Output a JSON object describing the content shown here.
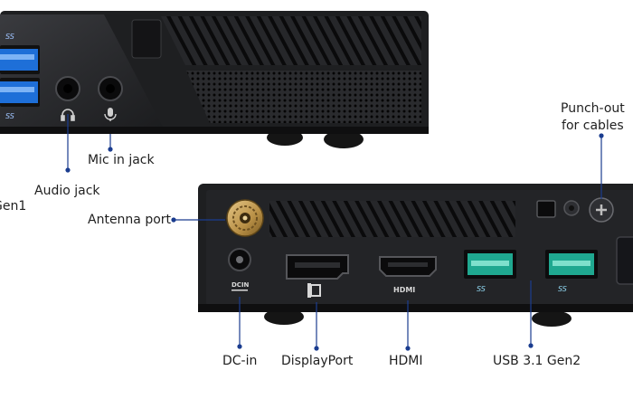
{
  "colors": {
    "background": "#ffffff",
    "device_body": "#1e1f21",
    "brushed_metal": "#2b2c2f",
    "usb3_port_blue": "#1e6fd8",
    "usb31_port_teal": "#1fa890",
    "callout_line": "#1a3c8f",
    "antenna_gold": "#c9a35a"
  },
  "front_panel": {
    "usb_logo_top": "SS",
    "usb_logo_bottom": "SS"
  },
  "rear_panel": {
    "dcin_marking": "DCIN",
    "hdmi_marking": "HDMI",
    "usb_logo_1": "SS",
    "usb_logo_2": "SS"
  },
  "labels": {
    "punch_out": "Punch-out\nfor cables",
    "mic_in": "Mic in jack",
    "audio_jack": "Audio jack",
    "usb_gen1_partial": "Gen1",
    "antenna_port": "Antenna port",
    "dc_in": "DC-in",
    "displayport": "DisplayPort",
    "hdmi": "HDMI",
    "usb31_gen2": "USB 3.1 Gen2"
  },
  "icons": [
    "headphone-icon",
    "microphone-icon",
    "displayport-icon",
    "hdmi-icon",
    "lock-slot-icon",
    "screw-icon"
  ]
}
